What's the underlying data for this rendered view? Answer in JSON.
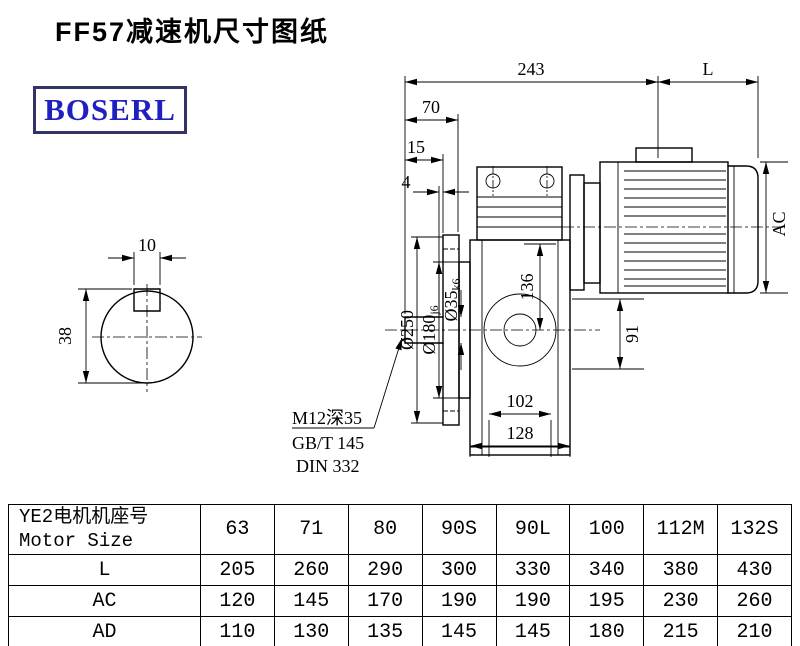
{
  "page": {
    "title": "FF57减速机尺寸图纸"
  },
  "logo": {
    "text": "BOSERL"
  },
  "colors": {
    "logo_text": "#2020c0",
    "logo_border": "#333366",
    "drawing_line": "#000000",
    "background": "#ffffff"
  },
  "drawing": {
    "dimensions": {
      "overall_width": "243",
      "motor_length": "L",
      "d70": "70",
      "d15": "15",
      "d4": "4",
      "keyway_width": "10",
      "shaft_key_height": "38",
      "flange_od": "Ø250",
      "spigot_d": "Ø180",
      "spigot_tol": "j6",
      "shaft_d": "Ø35",
      "shaft_tol": "k6",
      "center_height": "136",
      "d91": "91",
      "d102": "102",
      "d128": "128",
      "motor_height": "AC"
    },
    "notes": {
      "tap": "M12深35",
      "std1": "GB/T 145",
      "std2": "DIN 332"
    }
  },
  "table": {
    "header": {
      "label_line1": "YE2电机机座号",
      "label_line2": "Motor Size",
      "sizes": [
        "63",
        "71",
        "80",
        "90S",
        "90L",
        "100",
        "112M",
        "132S"
      ]
    },
    "rows": [
      {
        "label": "L",
        "values": [
          "205",
          "260",
          "290",
          "300",
          "330",
          "340",
          "380",
          "430"
        ]
      },
      {
        "label": "AC",
        "values": [
          "120",
          "145",
          "170",
          "190",
          "190",
          "195",
          "230",
          "260"
        ]
      },
      {
        "label": "AD",
        "values": [
          "110",
          "130",
          "135",
          "145",
          "145",
          "180",
          "215",
          "210"
        ]
      }
    ]
  }
}
